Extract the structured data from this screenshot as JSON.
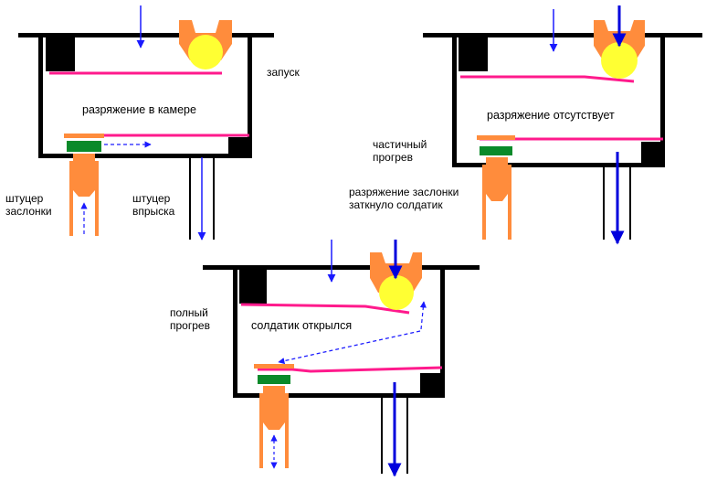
{
  "labels": {
    "zapusk": "запуск",
    "razr_v_kamere": "разряжение в камере",
    "shtucer_zaslonki_1": "штуцер",
    "shtucer_zaslonki_2": "заслонки",
    "shtucer_vpryska_1": "штуцер",
    "shtucer_vpryska_2": "впрыска",
    "razr_otsutstvuet": "разряжение отсутствует",
    "chastichnyi_1": "частичный",
    "chastichnyi_2": "прогрев",
    "zatknulo_1": "разряжение заслонки",
    "zatknulo_2": "заткнуло солдатик",
    "polnyi_1": "полный",
    "polnyi_2": "прогрев",
    "soldatik_otkrylsya": "солдатик открылся"
  },
  "colors": {
    "body": "#000000",
    "valve": "#ff8c3c",
    "ball": "#ffff33",
    "membrane": "#ff1a8c",
    "green": "#0a8a2a",
    "arrow": "#1a1aff",
    "arrow_strong": "#0000dd"
  }
}
